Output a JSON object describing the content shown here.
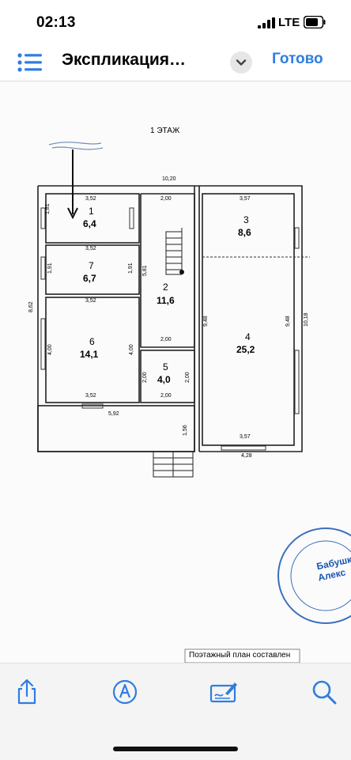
{
  "status": {
    "time": "02:13",
    "network": "LTE"
  },
  "nav": {
    "title": "Экспликация…",
    "done_label": "Готово"
  },
  "plan": {
    "floor_label": "1 ЭТАЖ",
    "overall_width": "10,20",
    "rooms": [
      {
        "number": "1",
        "area": "6,4"
      },
      {
        "number": "7",
        "area": "6,7"
      },
      {
        "number": "6",
        "area": "14,1"
      },
      {
        "number": "2",
        "area": "11,6"
      },
      {
        "number": "5",
        "area": "4,0"
      },
      {
        "number": "3",
        "area": "8,6"
      },
      {
        "number": "4",
        "area": "25,2"
      }
    ],
    "dims": {
      "r1_w": "3,52",
      "r1_h": "1,81",
      "r7_w": "3,52",
      "r7_h_left": "1,91",
      "r7_h_right": "1,91",
      "r6_w_top": "3,52",
      "r6_w_bottom": "3,52",
      "r6_h_left": "4,00",
      "r6_h_right": "4,00",
      "r2_w_top": "2,00",
      "r2_h": "5,81",
      "r2_w_bottom": "2,00",
      "r5_h_left": "2,00",
      "r5_h_right": "2,00",
      "r5_w_bottom": "2,00",
      "left_wall": "8,62",
      "r3_w": "3,57",
      "r4_h_left": "9,48",
      "r4_h_right": "9,48",
      "right_wall": "10,18",
      "r4_w_bottom": "3,57",
      "bottom_right": "4,28",
      "porch_w": "5,92",
      "porch_h": "1,56"
    },
    "footer_text": "Поэтажный план составлен",
    "stamp_text": [
      "Бабушки",
      "Алекс"
    ]
  },
  "toolbar": {
    "icons": [
      "share-icon",
      "markup-icon",
      "signature-icon",
      "search-icon"
    ]
  }
}
